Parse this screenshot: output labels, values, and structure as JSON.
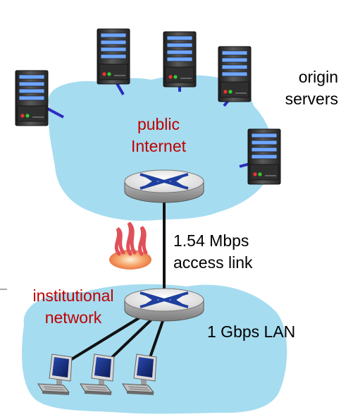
{
  "colors": {
    "cloud": "#a6dcf0",
    "link": "#2c2cc0",
    "access_link": "#111111",
    "label_red": "#c00000",
    "server_body": "#3c3c3c",
    "router_top": "#e8e8e8",
    "router_arrow": "#1f3f9f",
    "flame": "#e0505a"
  },
  "labels": {
    "origin_servers": [
      "origin",
      "servers"
    ],
    "public_internet": [
      "public",
      "Internet"
    ],
    "access_link": [
      "1.54 Mbps",
      "access link"
    ],
    "institutional_network": [
      "institutional",
      "network"
    ],
    "lan": "1 Gbps LAN"
  },
  "icons": {
    "server": "server-tower-icon",
    "router": "router-icon",
    "bottleneck": "heat-flame-icon",
    "host": "desktop-computer-icon"
  }
}
